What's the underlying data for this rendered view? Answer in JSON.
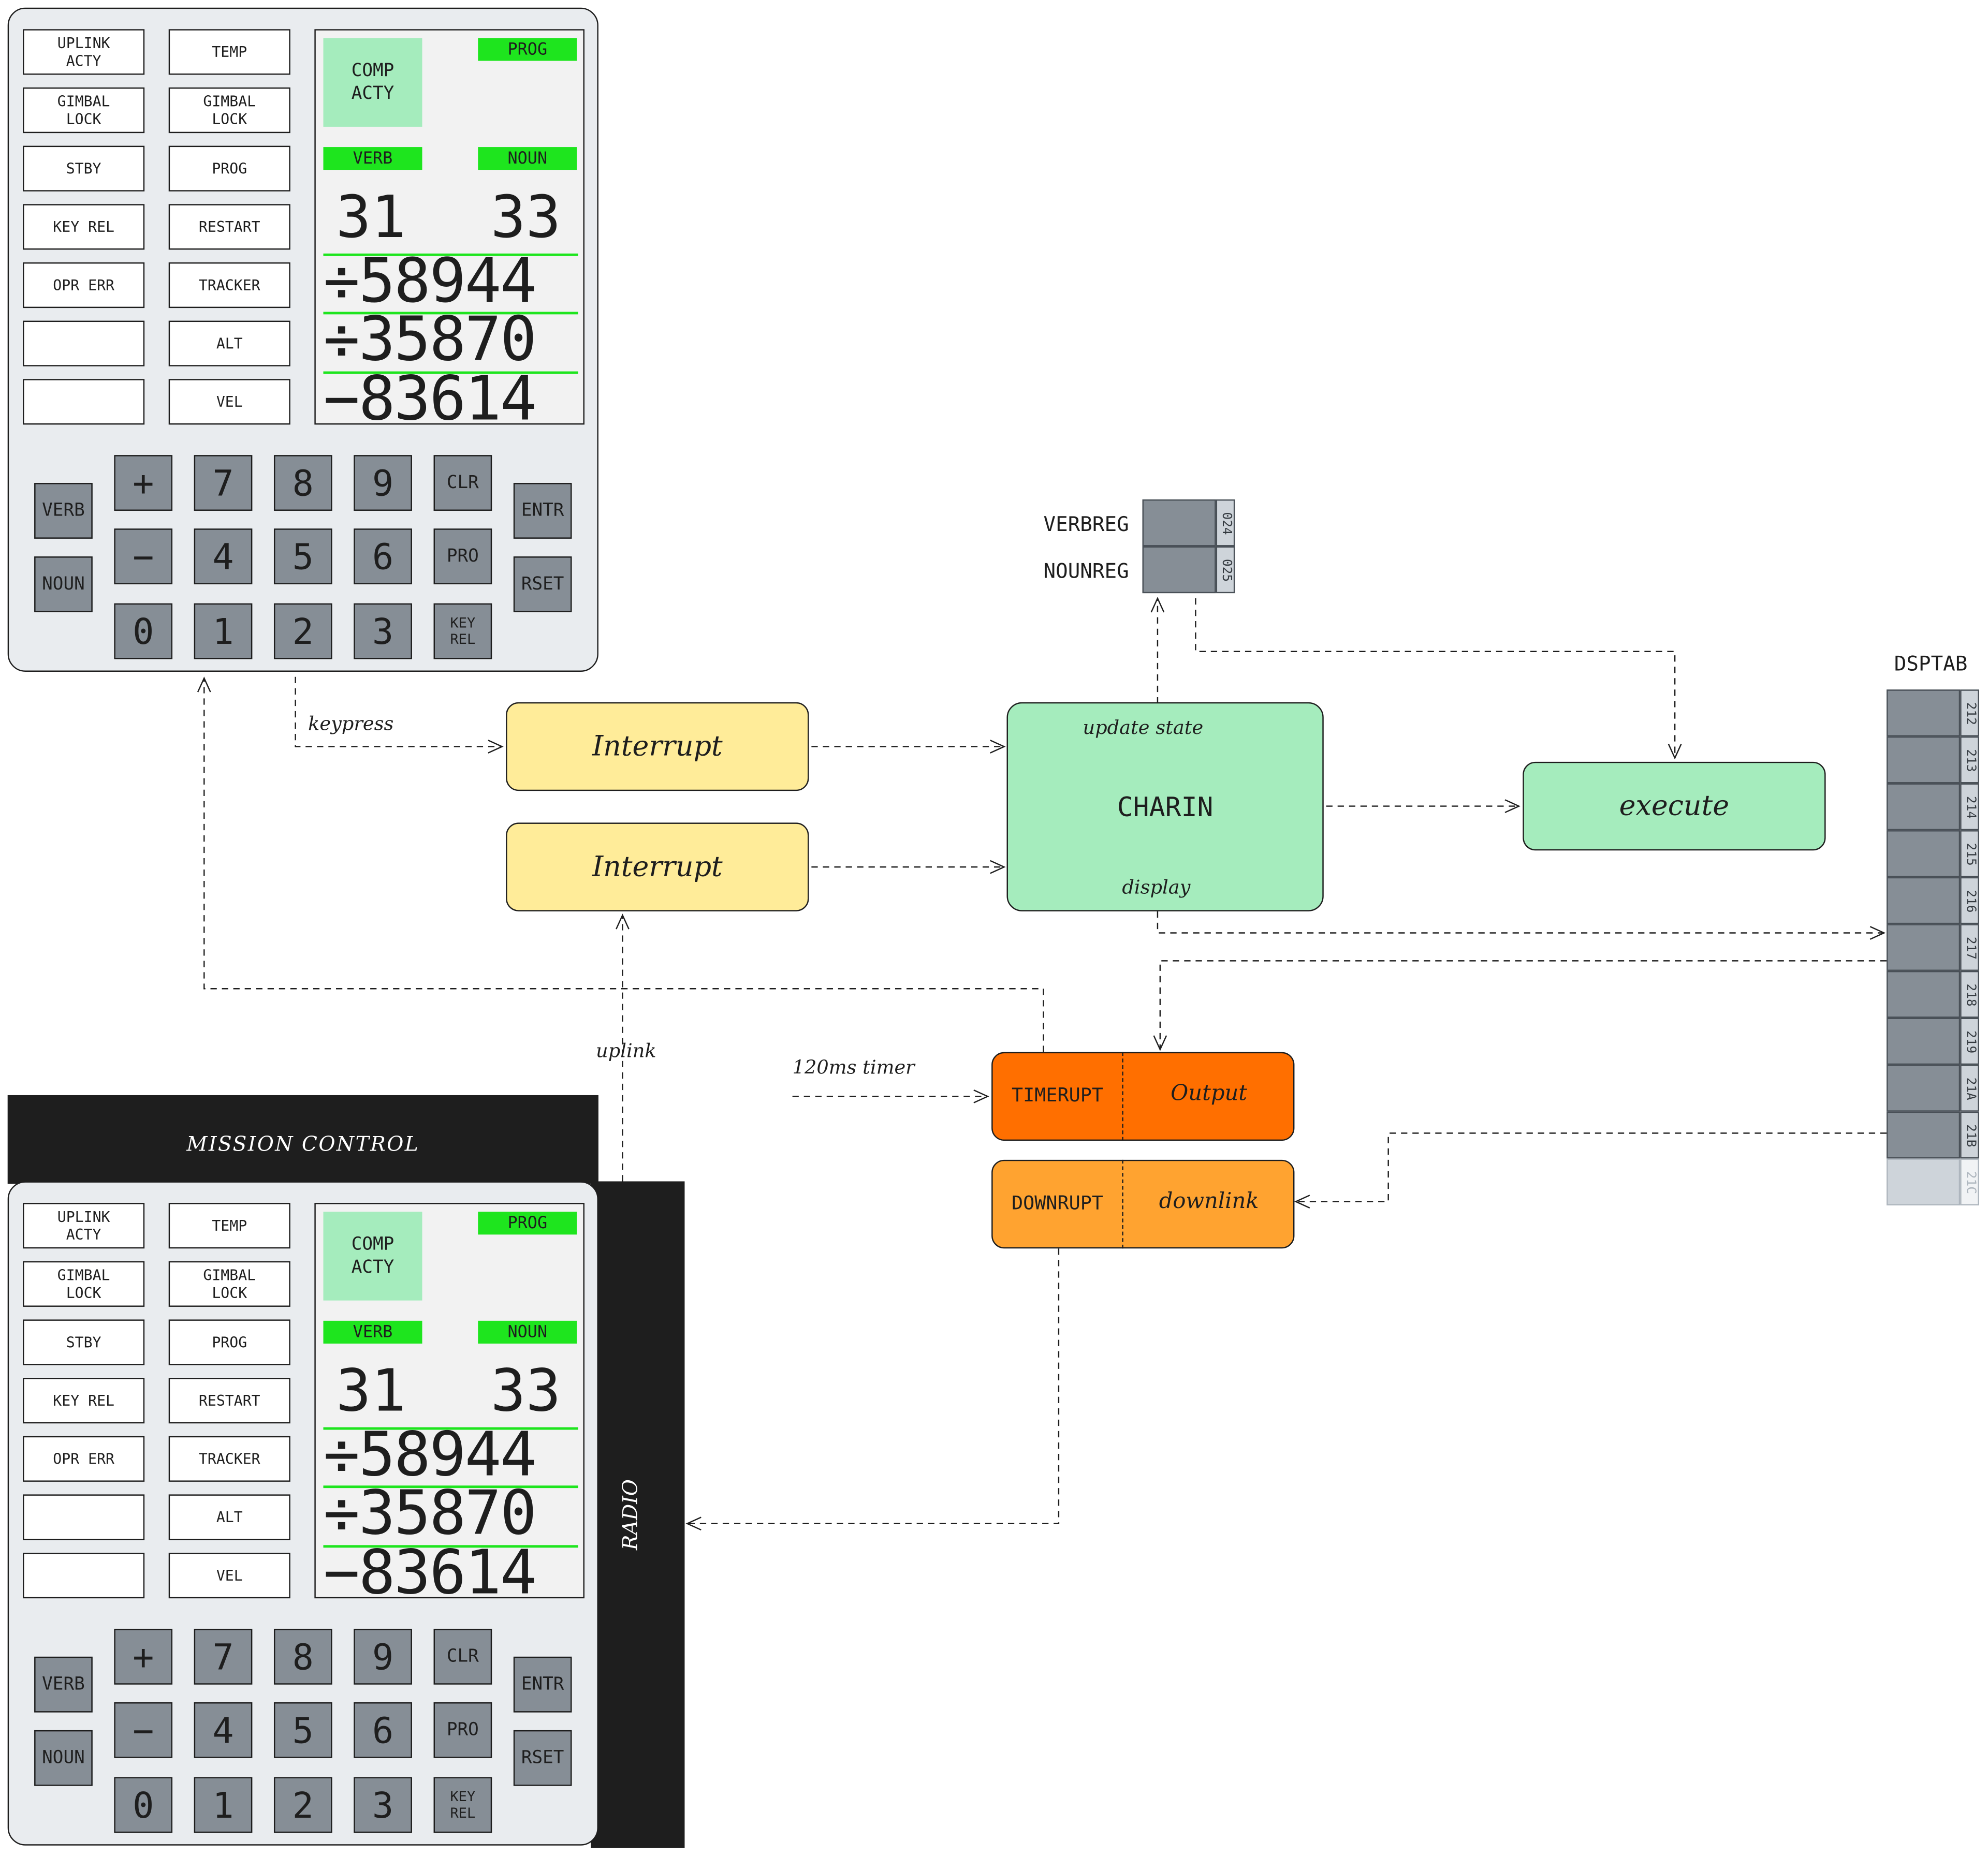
{
  "dsky": {
    "indicators": [
      [
        "UPLINK\nACTY",
        "TEMP"
      ],
      [
        "GIMBAL\nLOCK",
        "GIMBAL\nLOCK"
      ],
      [
        "STBY",
        "PROG"
      ],
      [
        "KEY REL",
        "RESTART"
      ],
      [
        "OPR ERR",
        "TRACKER"
      ],
      [
        "",
        "ALT"
      ],
      [
        "",
        "VEL"
      ]
    ],
    "comp_acty": "COMP\nACTY",
    "prog_label": "PROG",
    "verb_label": "VERB",
    "noun_label": "NOUN",
    "verb_value": "31",
    "noun_value": "33",
    "registers": [
      "÷58944",
      "÷35870",
      "−83614"
    ],
    "keys": {
      "verb": "VERB",
      "noun": "NOUN",
      "entr": "ENTR",
      "rset": "RSET",
      "row1": [
        "+",
        "7",
        "8",
        "9",
        "CLR"
      ],
      "row2": [
        "−",
        "4",
        "5",
        "6",
        "PRO"
      ],
      "row3": [
        "0",
        "1",
        "2",
        "3",
        "KEY\nREL"
      ]
    }
  },
  "flow": {
    "keypress": "keypress",
    "interrupt1": "Interrupt",
    "interrupt2": "Interrupt",
    "charin": "CHARIN",
    "update_state": "update state",
    "display": "display",
    "execute": "execute",
    "verbreg": "VERBREG",
    "nounreg": "NOUNREG",
    "verbreg_addr": "024",
    "nounreg_addr": "025",
    "uplink": "uplink",
    "timer": "120ms timer",
    "timerupt": "TIMERUPT",
    "output": "Output",
    "downrupt": "DOWNRUPT",
    "downlink": "downlink",
    "mission_control": "MISSION CONTROL",
    "radio": "RADIO",
    "dsptab": "DSPTAB",
    "dsptab_addrs": [
      "212",
      "213",
      "214",
      "215",
      "216",
      "217",
      "218",
      "219",
      "21A",
      "21B",
      "21C"
    ]
  },
  "colors": {
    "interrupt": "#ffec99",
    "charin": "#a5ecbd",
    "timerupt": "#ff6f00",
    "downrupt": "#ffa330",
    "segment_green": "#1ee51e",
    "key_grey": "#868e96",
    "panel_black": "#1e1e1e"
  }
}
